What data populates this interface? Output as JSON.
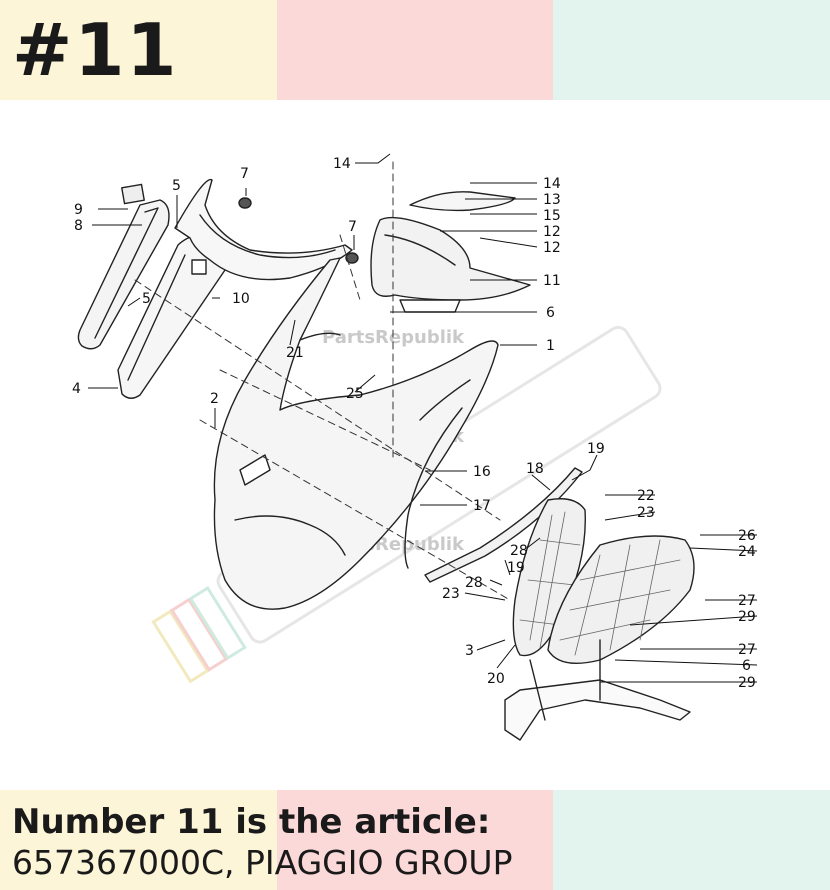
{
  "header": {
    "page_number": "#11"
  },
  "caption": {
    "line1": "Number 11 is the article:",
    "line2": "657367000C, PIAGGIO GROUP"
  },
  "watermarks": {
    "parts_text": "PartsRepublik"
  },
  "colors": {
    "band_yellow": "#fdf5d8",
    "band_pink": "#fbd9d9",
    "band_green": "#e3f4ee",
    "ink": "#1a1a1a"
  },
  "labels": [
    {
      "id": "7a",
      "text": "7"
    },
    {
      "id": "14a",
      "text": "14"
    },
    {
      "id": "5a",
      "text": "5"
    },
    {
      "id": "9",
      "text": "9"
    },
    {
      "id": "8",
      "text": "8"
    },
    {
      "id": "7b",
      "text": "7"
    },
    {
      "id": "14b",
      "text": "14"
    },
    {
      "id": "13",
      "text": "13"
    },
    {
      "id": "15",
      "text": "15"
    },
    {
      "id": "12a",
      "text": "12"
    },
    {
      "id": "12b",
      "text": "12"
    },
    {
      "id": "11",
      "text": "11"
    },
    {
      "id": "5b",
      "text": "5"
    },
    {
      "id": "10",
      "text": "10"
    },
    {
      "id": "6a",
      "text": "6"
    },
    {
      "id": "1",
      "text": "1"
    },
    {
      "id": "21",
      "text": "21"
    },
    {
      "id": "4",
      "text": "4"
    },
    {
      "id": "25",
      "text": "25"
    },
    {
      "id": "2",
      "text": "2"
    },
    {
      "id": "19a",
      "text": "19"
    },
    {
      "id": "18",
      "text": "18"
    },
    {
      "id": "16",
      "text": "16"
    },
    {
      "id": "17",
      "text": "17"
    },
    {
      "id": "22",
      "text": "22"
    },
    {
      "id": "23a",
      "text": "23"
    },
    {
      "id": "26",
      "text": "26"
    },
    {
      "id": "24",
      "text": "24"
    },
    {
      "id": "28a",
      "text": "28"
    },
    {
      "id": "19b",
      "text": "19"
    },
    {
      "id": "28b",
      "text": "28"
    },
    {
      "id": "23b",
      "text": "23"
    },
    {
      "id": "27a",
      "text": "27"
    },
    {
      "id": "29a",
      "text": "29"
    },
    {
      "id": "3",
      "text": "3"
    },
    {
      "id": "27b",
      "text": "27"
    },
    {
      "id": "6b",
      "text": "6"
    },
    {
      "id": "20",
      "text": "20"
    },
    {
      "id": "29b",
      "text": "29"
    }
  ]
}
